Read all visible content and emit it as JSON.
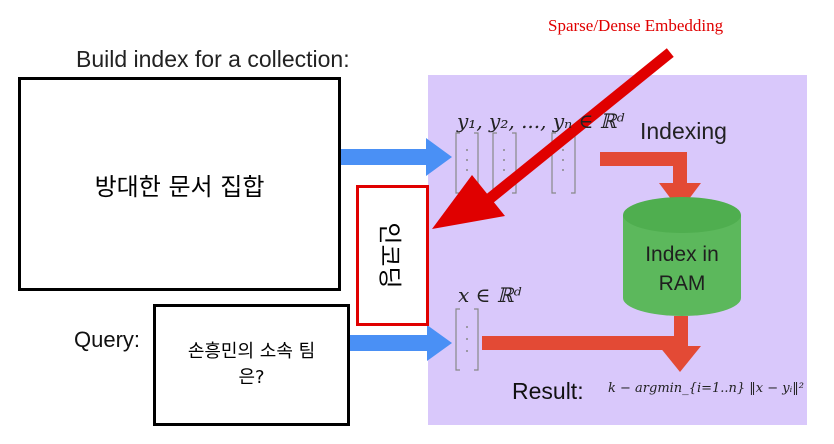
{
  "labels": {
    "embedding_title": "Sparse/Dense Embedding",
    "build_index": "Build index for a collection:",
    "query": "Query:",
    "indexing": "Indexing",
    "vectors": "y₁, y₂, ..., yₙ ∈ ℝᵈ",
    "query_vector": "x ∈ ℝᵈ",
    "result": "Result:",
    "formula": "k − argmin_{i=1..n} ‖x − yᵢ‖²",
    "index_line1": "Index in",
    "index_line2": "RAM"
  },
  "boxes": {
    "collection_text": "방대한 문서 집합",
    "query_text": "손흥민의 소속 팀은?",
    "encoder_text": "인코딩"
  },
  "colors": {
    "panel": "#d9c8fb",
    "blue_arrow": "#4a90f5",
    "red_arrow": "#e34a35",
    "big_red_arrow": "#e00000",
    "cylinder": "#5cb85c"
  }
}
